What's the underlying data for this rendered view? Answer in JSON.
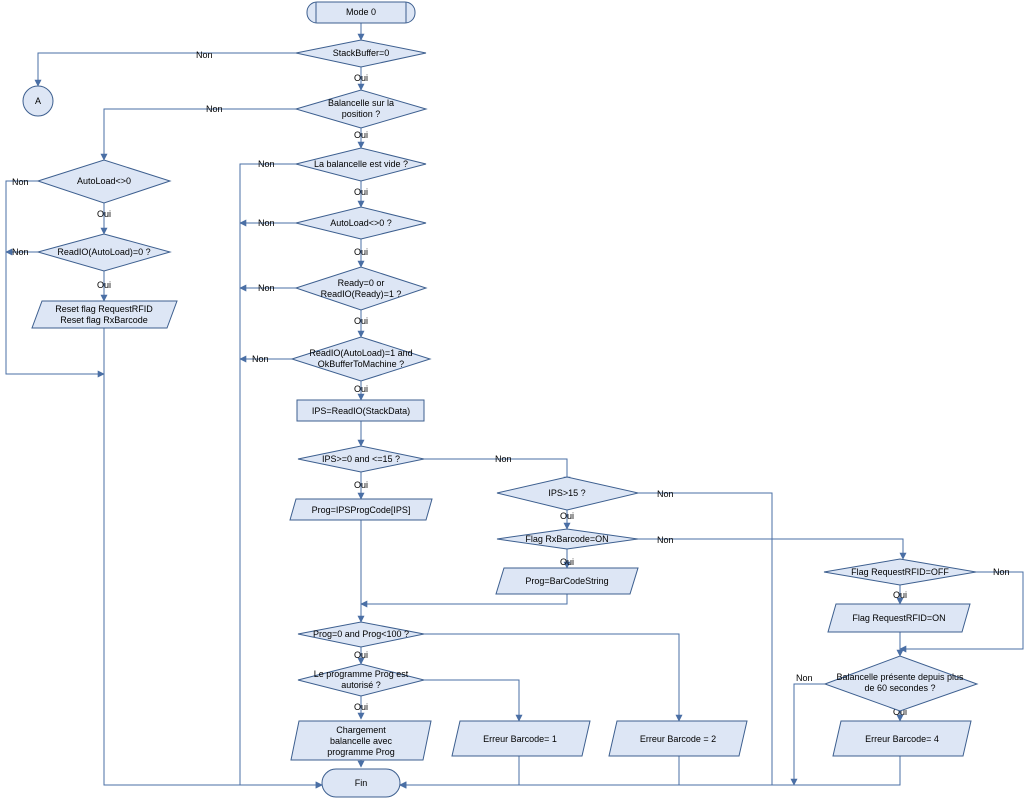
{
  "colors": {
    "node_fill": "#dde6f5",
    "node_stroke": "#3d5f8f",
    "edge": "#4a6fa5",
    "text": "#000000"
  },
  "nodes": {
    "mode0": "Mode 0",
    "stack_buffer": "StackBuffer=0",
    "connector_a": "A",
    "balancelle_pos": [
      "Balancelle sur la",
      "position ?"
    ],
    "autoload_left": "AutoLoad<>0",
    "readio_autoload_left": "ReadIO(AutoLoad)=0 ?",
    "reset_flags": [
      "Reset flag RequestRFID",
      "Reset flag RxBarcode"
    ],
    "balancelle_vide": "La balancelle est vide ?",
    "autoload_center": "AutoLoad<>0 ?",
    "ready": [
      "Ready=0 or",
      "ReadIO(Ready)=1 ?"
    ],
    "readio_autoload_center": [
      "ReadIO(AutoLoad)=1 and",
      "OkBufferToMachine ?"
    ],
    "ips_assign": "IPS=ReadIO(StackData)",
    "ips_range": "IPS>=0 and <=15 ?",
    "prog_ipsprogcode": "Prog=IPSProgCode[IPS]",
    "ips_gt15": "IPS>15 ?",
    "flag_rxbarcode": "Flag RxBarcode=ON",
    "prog_barcodestring": "Prog=BarCodeString",
    "flag_requestrfid_off": "Flag RequestRFID=OFF",
    "flag_requestrfid_on": "Flag RequestRFID=ON",
    "prog_range": "Prog=0 and Prog<100 ?",
    "programme_autorise": [
      "Le programme Prog est",
      "autorisé ?"
    ],
    "balancelle_60s": [
      "Balancelle présente depuis plus",
      "de 60 secondes ?"
    ],
    "chargement": [
      "Chargement",
      "balancelle avec",
      "programme Prog"
    ],
    "erreur1": "Erreur Barcode= 1",
    "erreur2": "Erreur Barcode = 2",
    "erreur4": "Erreur Barcode= 4",
    "fin": "Fin"
  },
  "edge_labels": {
    "oui": "Oui",
    "non": "Non"
  }
}
